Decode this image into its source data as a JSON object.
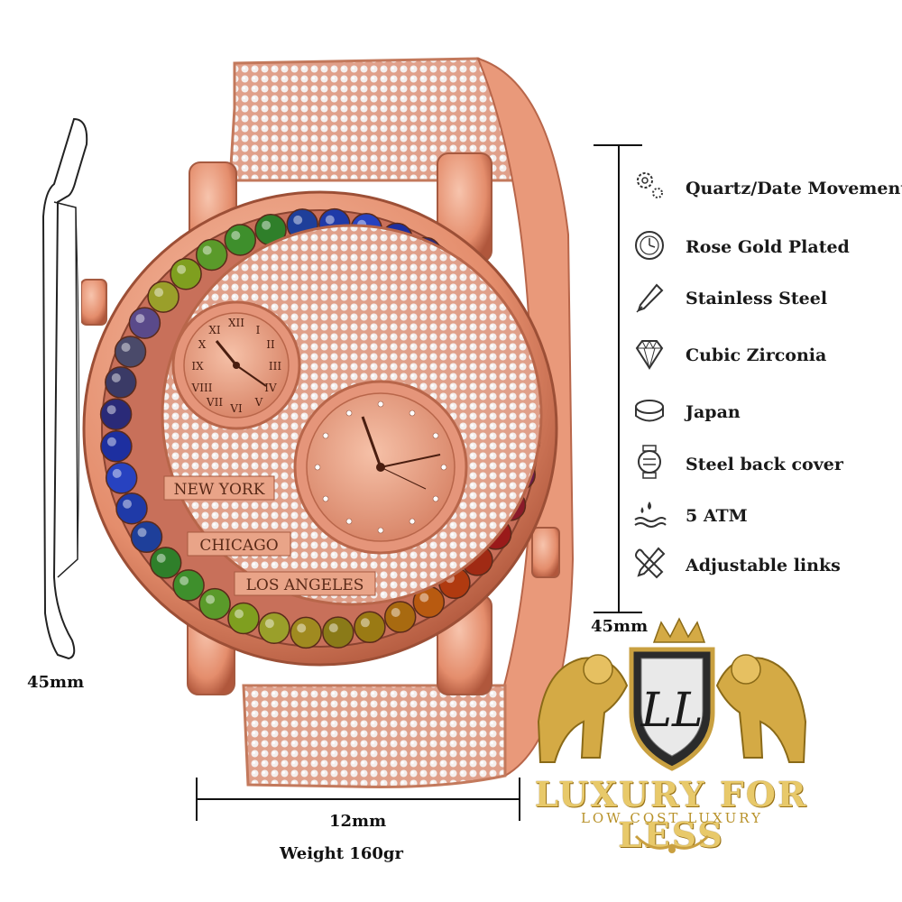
{
  "dimensions": {
    "side_height": "45mm",
    "case_width": "45mm",
    "thickness": "12mm",
    "weight": "Weight  160gr"
  },
  "specs": [
    {
      "icon": "gears-icon",
      "label": "Quartz/Date Movement"
    },
    {
      "icon": "watch-face-icon",
      "label": "Rose Gold Plated"
    },
    {
      "icon": "pen-icon",
      "label": "Stainless Steel"
    },
    {
      "icon": "diamond-icon",
      "label": "Cubic Zirconia"
    },
    {
      "icon": "battery-icon",
      "label": "Japan"
    },
    {
      "icon": "watch-back-icon",
      "label": "Steel back cover"
    },
    {
      "icon": "water-drops-icon",
      "label": "5 ATM"
    },
    {
      "icon": "tools-icon",
      "label": "Adjustable links"
    }
  ],
  "dial": {
    "cities": [
      "NEW YORK",
      "CHICAGO",
      "LOS ANGELES"
    ]
  },
  "brand": {
    "monogram": "LL",
    "name": "LUXURY FOR LESS",
    "tagline": "LOW COST LUXURY"
  },
  "colors": {
    "rose_gold": "#e9997a",
    "rose_gold_dark": "#b8664a",
    "brand_gold": "#d4aa45"
  }
}
